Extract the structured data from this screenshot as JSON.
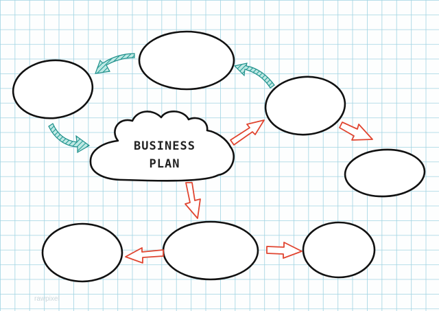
{
  "center": {
    "label_line1": "BUSINESS",
    "label_line2": "PLAN"
  },
  "colors": {
    "grid": "#9fd3e2",
    "paper": "#fdfefe",
    "ink": "#111111",
    "teal_arrow": "#2aa6a0",
    "red_arrow": "#e0442f"
  },
  "nodes": [
    {
      "name": "top-center",
      "text": ""
    },
    {
      "name": "top-left",
      "text": ""
    },
    {
      "name": "right-upper",
      "text": ""
    },
    {
      "name": "far-right",
      "text": ""
    },
    {
      "name": "bottom-left",
      "text": ""
    },
    {
      "name": "bottom-center",
      "text": ""
    },
    {
      "name": "bottom-right",
      "text": ""
    }
  ],
  "watermark": "rawpixel"
}
